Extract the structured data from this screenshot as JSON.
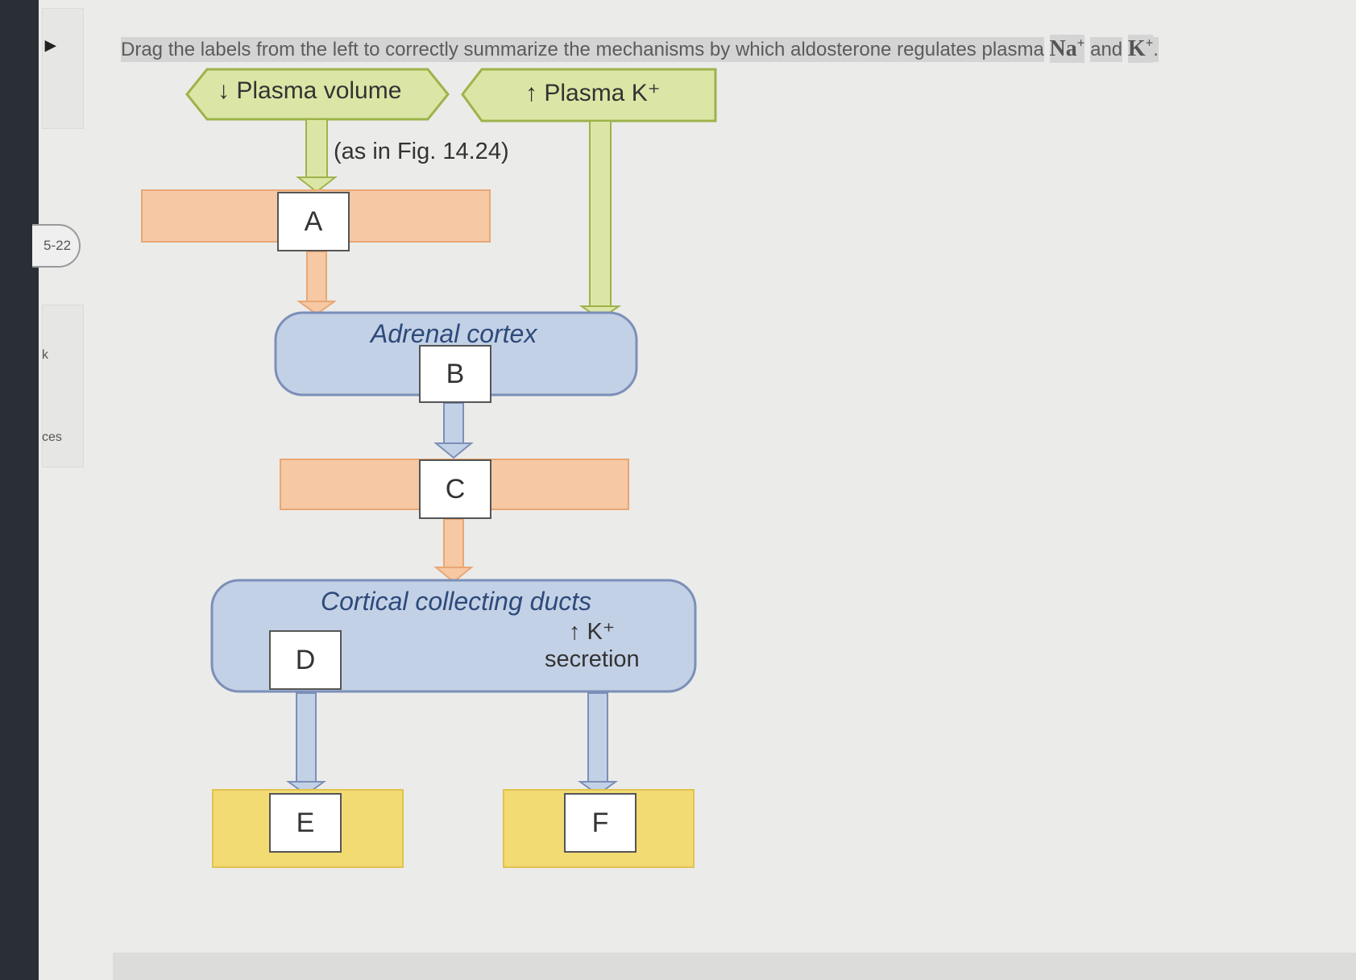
{
  "sidebar": {
    "marker": "▸",
    "pill_label": "5-22",
    "item_k": "k",
    "item_ces": "ces"
  },
  "question": {
    "text": "Drag the labels from the left to correctly summarize the mechanisms by which aldosterone regulates plasma",
    "na": "Na",
    "na_charge": "+",
    "conj": "and",
    "k": "K",
    "k_charge": "+",
    "end": "."
  },
  "diagram": {
    "plasma_volume": "↓ Plasma volume",
    "plasma_k": "↑ Plasma K⁺",
    "as_in_fig": "(as in Fig. 14.24)",
    "adrenal_cortex": "Adrenal cortex",
    "cortical_collecting_ducts": "Cortical collecting ducts",
    "k_secretion_line1": "↑ K⁺",
    "k_secretion_line2": "secretion",
    "drop_targets": [
      "A",
      "B",
      "C",
      "D",
      "E",
      "F"
    ]
  },
  "colors": {
    "green_banner": "#dbe6a6",
    "green_border": "#9db34a",
    "orange_box": "#f6c8a3",
    "blue_box": "#c3d1e6",
    "blue_border": "#7b8fb8",
    "yellow_box": "#f2db73"
  }
}
